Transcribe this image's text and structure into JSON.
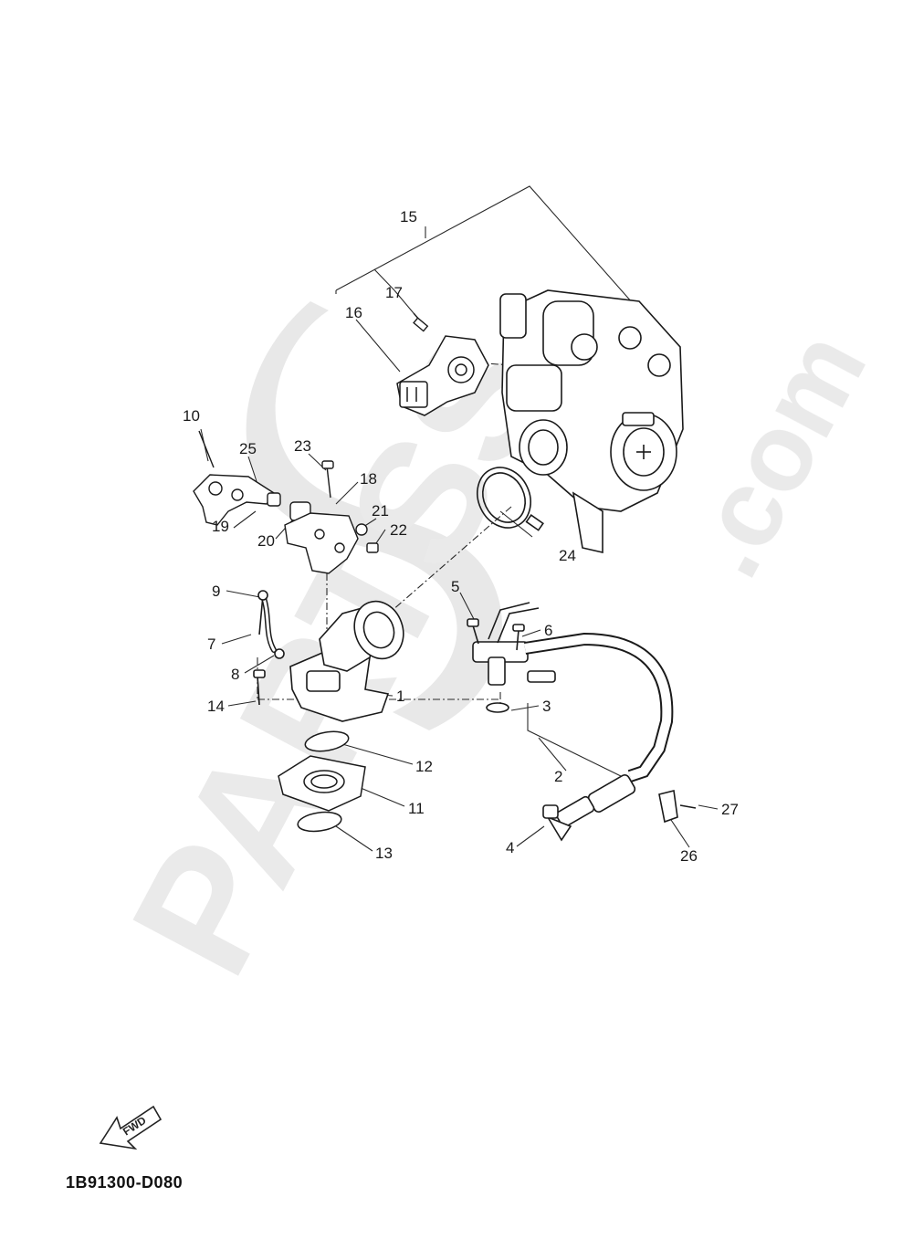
{
  "diagram": {
    "code": "1B91300-D080",
    "fwd_label": "FWD",
    "callouts": [
      "1",
      "2",
      "3",
      "4",
      "5",
      "6",
      "7",
      "8",
      "9",
      "10",
      "11",
      "12",
      "13",
      "14",
      "15",
      "16",
      "17",
      "18",
      "19",
      "20",
      "21",
      "22",
      "23",
      "24",
      "25",
      "26",
      "27"
    ]
  },
  "watermark": {
    "brand": "PARTSS",
    "suffix": ".com"
  }
}
